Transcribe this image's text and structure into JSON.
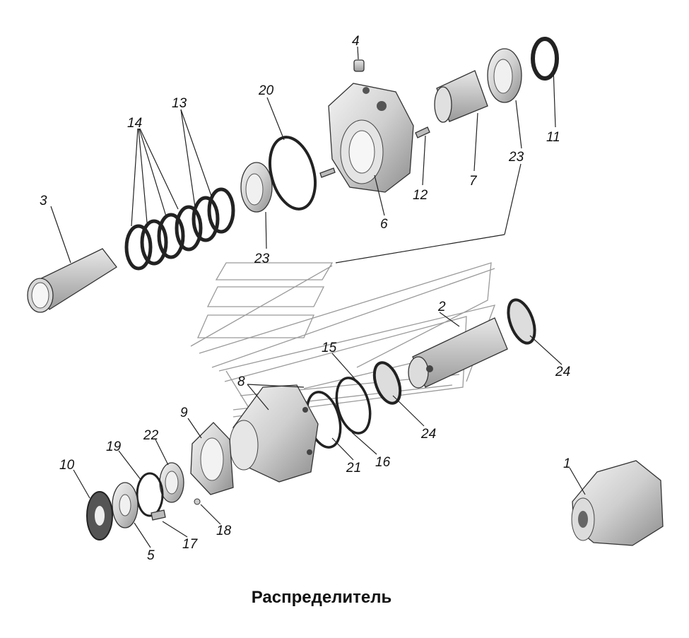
{
  "title": "Распределитель",
  "labels": {
    "l1": "1",
    "l2": "2",
    "l3": "3",
    "l4": "4",
    "l5": "5",
    "l6": "6",
    "l7": "7",
    "l8": "8",
    "l9": "9",
    "l10": "10",
    "l11": "11",
    "l12": "12",
    "l13": "13",
    "l14": "14",
    "l15": "15",
    "l16": "16",
    "l17": "17",
    "l18": "18",
    "l19": "19",
    "l20": "20",
    "l21": "21",
    "l22": "22",
    "l23a": "23",
    "l23b": "23",
    "l24a": "24",
    "l24b": "24"
  }
}
